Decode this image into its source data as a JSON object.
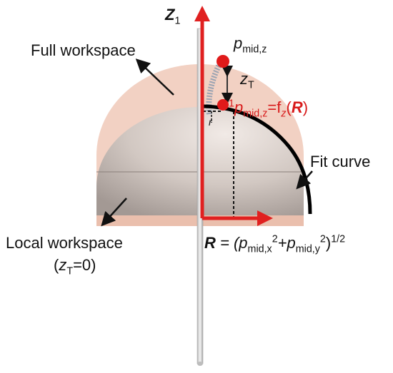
{
  "labels": {
    "axis_z": "Z",
    "axis_z_sub": "1",
    "p_mid_top_base": "p",
    "p_mid_top_sub": "mid,z",
    "z_t_base": "z",
    "z_t_sub": "T",
    "full_workspace": "Full workspace",
    "fit_eq_pre": "1",
    "fit_eq_p": "p",
    "fit_eq_sub": "mid,z",
    "fit_eq_mid": "=f",
    "fit_eq_fsub": "z",
    "fit_eq_arg_open": "(",
    "fit_eq_arg": "R",
    "fit_eq_arg_close": ")",
    "r_small": "r",
    "fit_curve": "Fit curve",
    "local_workspace": "Local workspace",
    "local_zt_open": "(",
    "local_zt_z": "z",
    "local_zt_sub": "T",
    "local_zt_rest": "=0)",
    "r_eq_R": "R",
    "r_eq_body": " = (p",
    "r_eq_sub1": "mid,x",
    "r_eq_sup1": "2",
    "r_eq_plus": "+p",
    "r_eq_sub2": "mid,y",
    "r_eq_sup2": "2",
    "r_eq_close": ")",
    "r_eq_exp": "1/2"
  },
  "colors": {
    "outer_dome": "#f0c9b8",
    "inner_dome": "#c8c1bd",
    "axis_red": "#e02020",
    "point_red": "#e01a1a",
    "fit_curve": "#000000",
    "pole": "#e8e8e8"
  }
}
